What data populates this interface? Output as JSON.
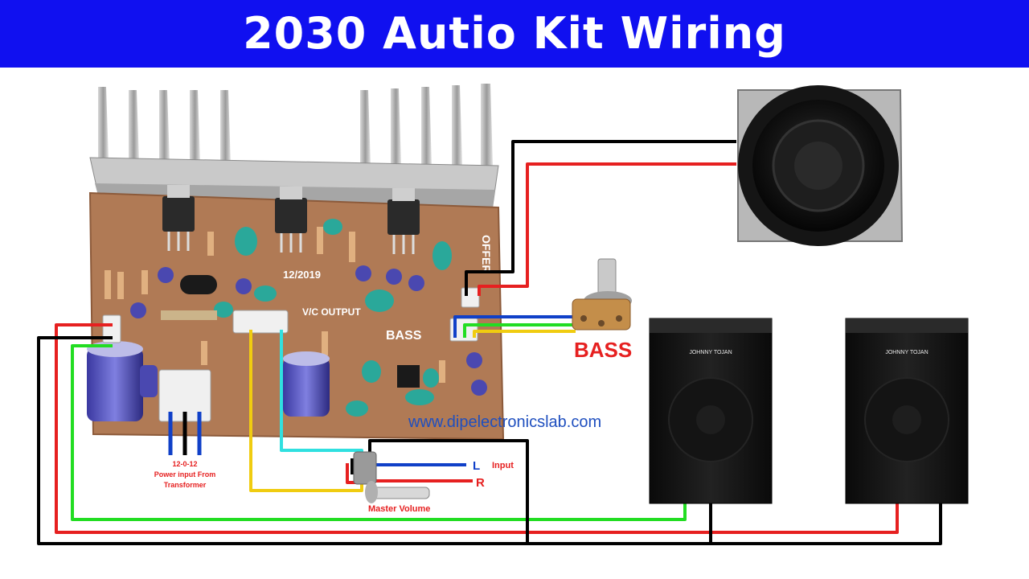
{
  "title": "2030 Autio Kit Wiring",
  "board": {
    "date_code": "12/2019",
    "vc_output": "V/C OUTPUT",
    "bass_silk": "BASS",
    "woofer_silk": "OFFER"
  },
  "labels": {
    "bass_pot": "BASS",
    "website": "www.dipelectronicslab.com",
    "channel_l": "L",
    "channel_r": "R",
    "input": "Input",
    "master_volume": "Master Volume",
    "power_line1": "12-0-12",
    "power_line2": "Power input From",
    "power_line3": "Transformer",
    "speaker_brand": "JOHNNY TOJAN"
  },
  "colors": {
    "banner": "#1010f0",
    "wire_red": "#e62020",
    "wire_black": "#000000",
    "wire_green": "#22dd22",
    "wire_blue": "#1040c8",
    "wire_yellow": "#f0cc10",
    "wire_cyan": "#30e0e0",
    "bass_label": "#e62020",
    "pcb": "#b07a55"
  }
}
